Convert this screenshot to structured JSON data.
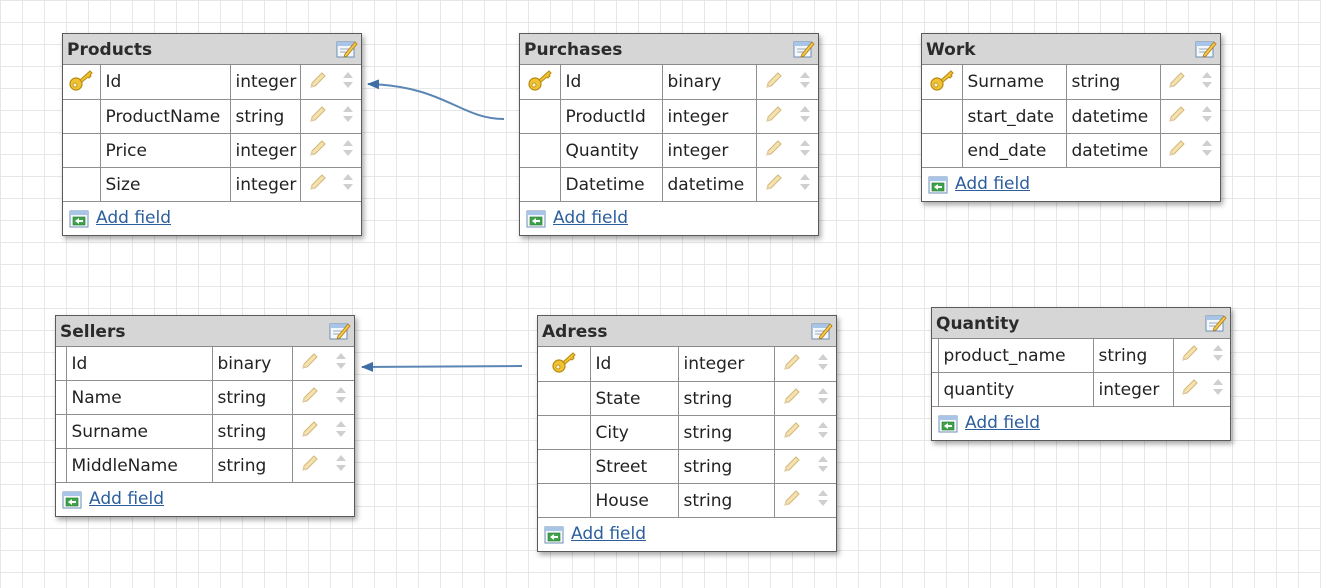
{
  "tables": [
    {
      "id": "products",
      "title": "Products",
      "fields": [
        {
          "name": "Id",
          "type": "integer",
          "primary_key": true
        },
        {
          "name": "ProductName",
          "type": "string",
          "primary_key": false
        },
        {
          "name": "Price",
          "type": "integer",
          "primary_key": false
        },
        {
          "name": "Size",
          "type": "integer",
          "primary_key": false
        }
      ],
      "add_label": "Add field"
    },
    {
      "id": "purchases",
      "title": "Purchases",
      "fields": [
        {
          "name": "Id",
          "type": "binary",
          "primary_key": true
        },
        {
          "name": "ProductId",
          "type": "integer",
          "primary_key": false
        },
        {
          "name": "Quantity",
          "type": "integer",
          "primary_key": false
        },
        {
          "name": "Datetime",
          "type": "datetime",
          "primary_key": false
        }
      ],
      "add_label": "Add field"
    },
    {
      "id": "work",
      "title": "Work",
      "fields": [
        {
          "name": "Surname",
          "type": "string",
          "primary_key": true
        },
        {
          "name": "start_date",
          "type": "datetime",
          "primary_key": false
        },
        {
          "name": "end_date",
          "type": "datetime",
          "primary_key": false
        }
      ],
      "add_label": "Add field"
    },
    {
      "id": "sellers",
      "title": "Sellers",
      "fields": [
        {
          "name": "Id",
          "type": "binary",
          "primary_key": false
        },
        {
          "name": "Name",
          "type": "string",
          "primary_key": false
        },
        {
          "name": "Surname",
          "type": "string",
          "primary_key": false
        },
        {
          "name": "MiddleName",
          "type": "string",
          "primary_key": false
        }
      ],
      "add_label": "Add field"
    },
    {
      "id": "adress",
      "title": "Adress",
      "fields": [
        {
          "name": "Id",
          "type": "integer",
          "primary_key": true
        },
        {
          "name": "State",
          "type": "string",
          "primary_key": false
        },
        {
          "name": "City",
          "type": "string",
          "primary_key": false
        },
        {
          "name": "Street",
          "type": "string",
          "primary_key": false
        },
        {
          "name": "House",
          "type": "string",
          "primary_key": false
        }
      ],
      "add_label": "Add field"
    },
    {
      "id": "quantity",
      "title": "Quantity",
      "fields": [
        {
          "name": "product_name",
          "type": "string",
          "primary_key": false
        },
        {
          "name": "quantity",
          "type": "integer",
          "primary_key": false
        }
      ],
      "add_label": "Add field"
    }
  ],
  "relations": [
    {
      "from": "purchases",
      "to": "products"
    },
    {
      "from": "adress",
      "to": "sellers"
    }
  ],
  "colors": {
    "relation_line": "#5b86b3",
    "link_text": "#2c5e9e",
    "header_bg": "#d6d6d6"
  }
}
